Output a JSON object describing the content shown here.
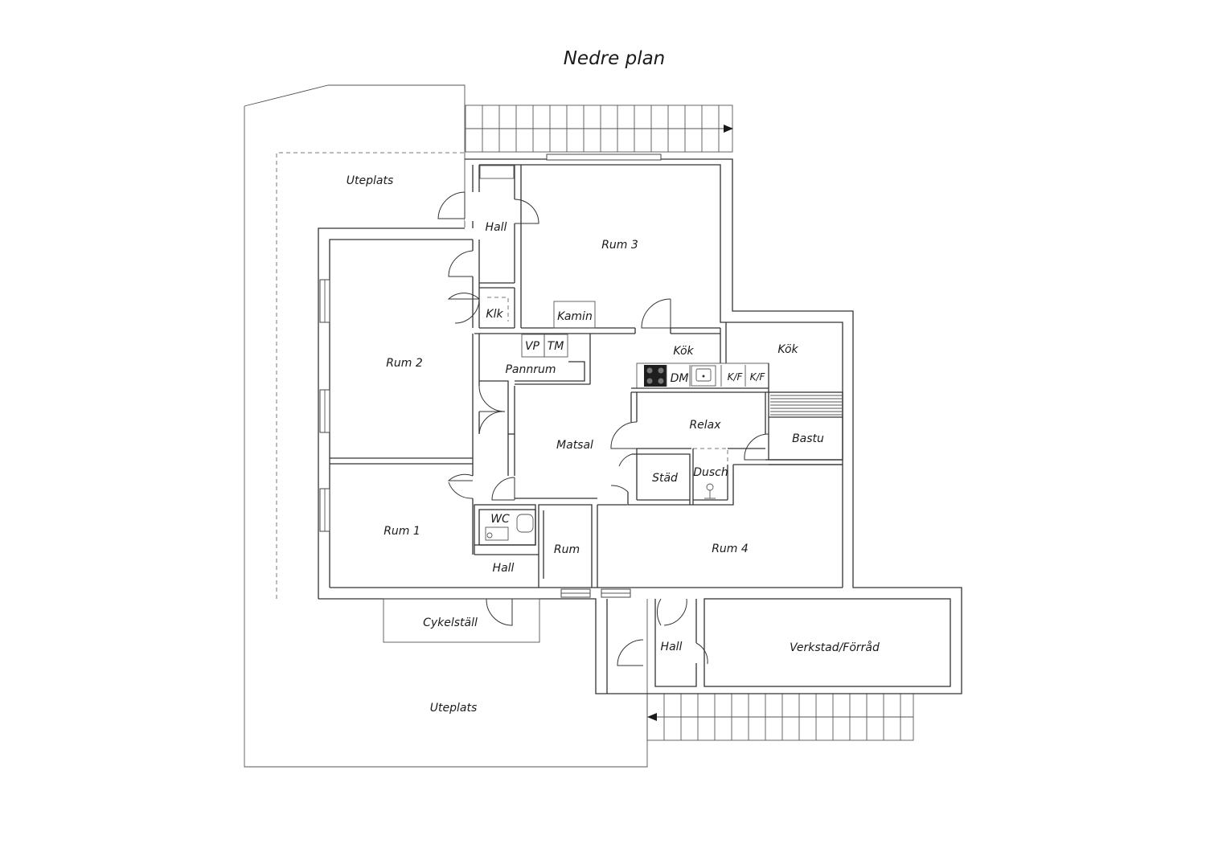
{
  "title": "Nedre plan",
  "rooms": {
    "uteplats_top": "Uteplats",
    "hall_top": "Hall",
    "rum3": "Rum 3",
    "rum2": "Rum 2",
    "klk": "Klk",
    "kamin": "Kamin",
    "vp": "VP",
    "tm": "TM",
    "pannrum": "Pannrum",
    "kok_left": "Kök",
    "kok_right": "Kök",
    "dm": "DM",
    "kf1": "K/F",
    "kf2": "K/F",
    "relax": "Relax",
    "bastu": "Bastu",
    "matsal": "Matsal",
    "stad": "Städ",
    "dusch": "Dusch",
    "wc": "WC",
    "rum1": "Rum 1",
    "rum_small": "Rum",
    "rum4": "Rum 4",
    "hall_mid": "Hall",
    "cykelstall": "Cykelställ",
    "hall_low": "Hall",
    "verkstad": "Verkstad/Förråd",
    "uteplats_bottom": "Uteplats"
  },
  "colors": {
    "wall": "#333333",
    "background": "#ffffff",
    "text": "#1a1a1a"
  }
}
